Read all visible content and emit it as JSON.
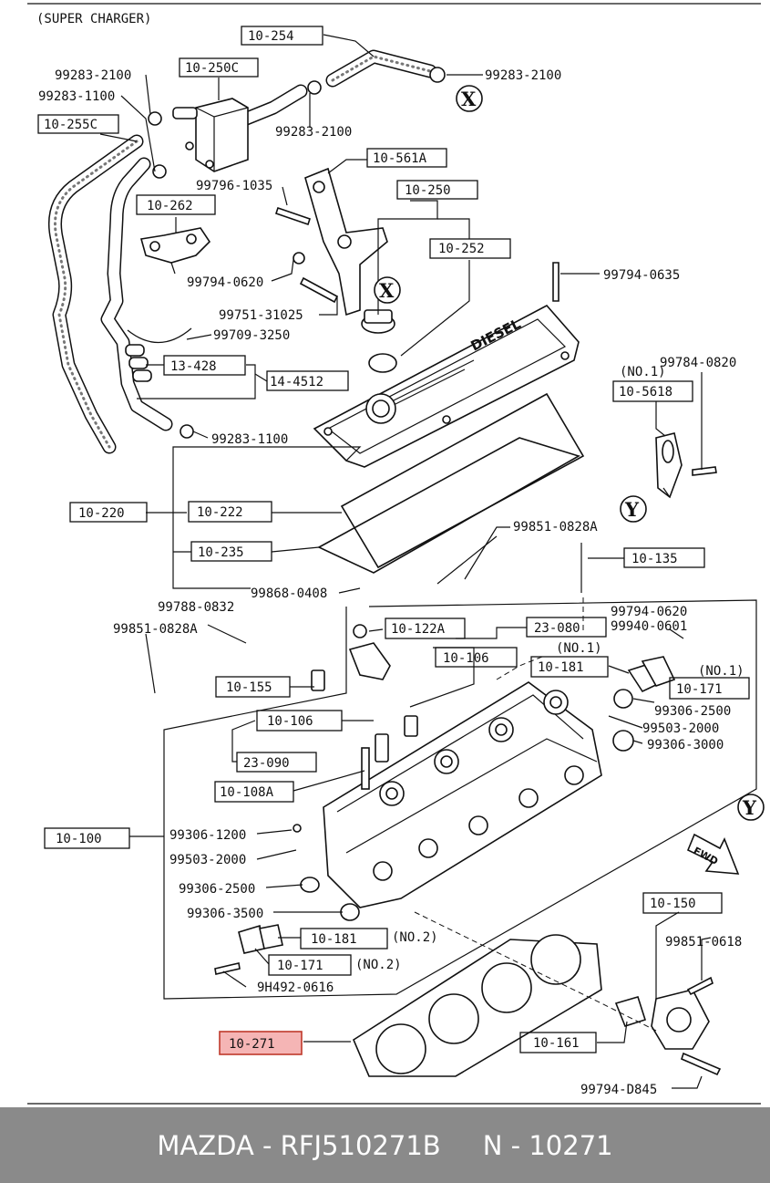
{
  "title": "(SUPER CHARGER)",
  "highlight_color": "#e74c3c",
  "footer": {
    "text": "MAZDA - RFJ510271B     N - 10271"
  },
  "markers": {
    "x": "X",
    "y": "Y",
    "fwd": "FWD"
  },
  "callouts": {
    "c10_254": "10-254",
    "c10_250c": "10-250C",
    "c10_255c": "10-255C",
    "c10_561a": "10-561A",
    "c10_262": "10-262",
    "c10_250": "10-250",
    "c10_252": "10-252",
    "c13_428": "13-428",
    "c14_4512": "14-4512",
    "c10_5618": "10-5618",
    "c10_220": "10-220",
    "c10_222": "10-222",
    "c10_235": "10-235",
    "c10_135": "10-135",
    "c10_122a": "10-122A",
    "c23_080": "23-080",
    "c10_106a": "10-106",
    "c10_181a": "10-181",
    "c10_171a": "10-171",
    "c10_155": "10-155",
    "c10_106b": "10-106",
    "c23_090": "23-090",
    "c10_108a": "10-108A",
    "c10_100": "10-100",
    "c10_150": "10-150",
    "c10_181b": "10-181",
    "c10_171b": "10-171",
    "c10_271": "10-271",
    "c10_161": "10-161"
  },
  "parts": {
    "p99283_2100a": "99283-2100",
    "p99283_2100b": "99283-2100",
    "p99283_1100a": "99283-1100",
    "p99283_2100c": "99283-2100",
    "p99796_1035": "99796-1035",
    "p99794_0620a": "99794-0620",
    "p99751_31025": "99751-31025",
    "p99709_3250": "99709-3250",
    "p99283_1100b": "99283-1100",
    "p99794_0635": "99794-0635",
    "no1a": "(NO.1)",
    "p99784_0820": "99784-0820",
    "p99851_0828a": "99851-0828A",
    "p99868_0408": "99868-0408",
    "p99788_0832": "99788-0832",
    "p99851_0828b": "99851-0828A",
    "p99794_0620b": "99794-0620",
    "p99940_0601": "99940-0601",
    "no1b": "(NO.1)",
    "no1c": "(NO.1)",
    "p99306_2500a": "99306-2500",
    "p99503_2000a": "99503-2000",
    "p99306_3000": "99306-3000",
    "p99306_1200": "99306-1200",
    "p99503_2000b": "99503-2000",
    "p99306_2500b": "99306-2500",
    "p99306_3500": "99306-3500",
    "no2a": "(NO.2)",
    "no2b": "(NO.2)",
    "p9h492_0616": "9H492-0616",
    "p99851_0618": "99851-0618",
    "p99794_d845": "99794-D845"
  }
}
